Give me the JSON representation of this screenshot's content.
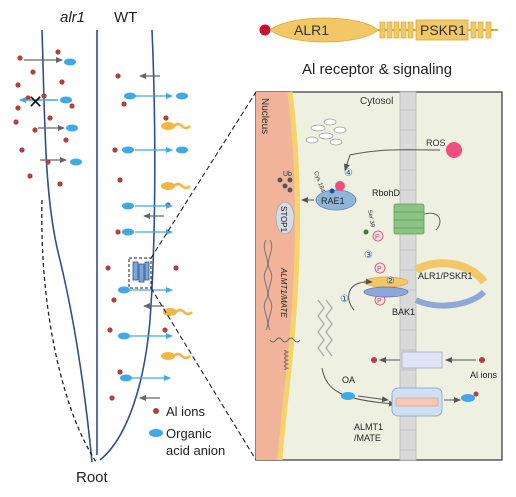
{
  "root_panel": {
    "mutant_label": "alr1",
    "wildtype_label": "WT",
    "root_label": "Root"
  },
  "legend": {
    "al_ions": "Al ions",
    "organic_acid_line1": "Organic",
    "organic_acid_line2": "acid anion"
  },
  "receptor": {
    "alr1_label": "ALR1",
    "pskr1_label": "PSKR1",
    "caption": "Al receptor & signaling"
  },
  "cell": {
    "nucleus": "Nucleus",
    "cytosol": "Cytosol",
    "ros": "ROS",
    "rbohd": "RbohD",
    "rae1": "RAE1",
    "stop1": "STOP1",
    "ub": "Ub",
    "cys_site": "Cys 184",
    "ser_site": "Ser 39",
    "phospho": "P",
    "alr1_pskr1": "ALR1/PSKR1",
    "bak1": "BAK1",
    "step1": "①",
    "step2": "②",
    "step3": "③",
    "step4": "④",
    "almt1_mate_gene": "ALMT1/MATE",
    "polya": "AAAAA",
    "al_ions": "Al ions",
    "oa": "OA",
    "almt1_line1": "ALMT1",
    "almt1_line2": "/MATE"
  },
  "colors": {
    "al_ion": "#b5403a",
    "organic_acid": "#3fa9e6",
    "root_outline": "#2f4f8f",
    "cell_bg": "#eef0e2",
    "nucleus": "#f1b49a",
    "ros": "#ef4e7f",
    "rbohd": "#8cc384",
    "rae1": "#8fb6d8",
    "alr1_receptor": "#f2c765"
  }
}
